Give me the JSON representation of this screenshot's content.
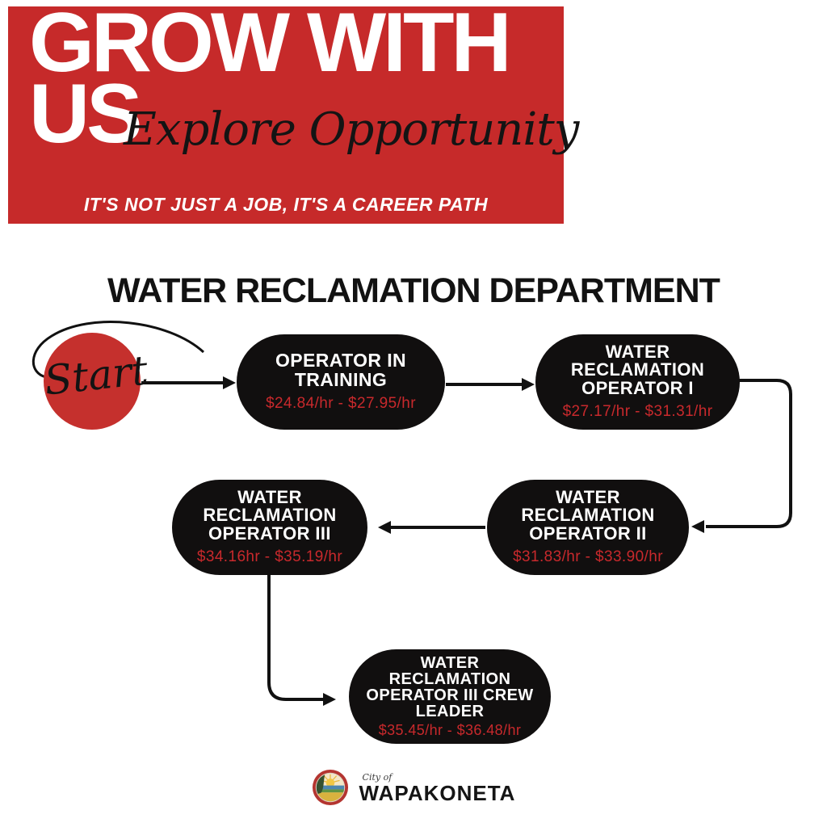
{
  "banner": {
    "title_line1": "GROW WITH",
    "title_line2": "US",
    "script_text": "Explore Opportunity",
    "tagline": "IT'S NOT JUST A JOB, IT'S A CAREER PATH",
    "bg_color": "#C62A2A",
    "text_color": "#FFFFFF",
    "script_color": "#141414"
  },
  "page": {
    "title": "WATER RECLAMATION DEPARTMENT"
  },
  "flow": {
    "start_label": "Start",
    "start_circle_color": "#C5302D",
    "node_bg_color": "#110F0F",
    "node_text_color": "#FFFFFF",
    "salary_color": "#C8292C",
    "arrow_color": "#111111",
    "nodes": [
      {
        "lines": [
          "OPERATOR IN",
          "TRAINING"
        ],
        "salary": "$24.84/hr - $27.95/hr"
      },
      {
        "lines": [
          "WATER",
          "RECLAMATION",
          "OPERATOR I"
        ],
        "salary": "$27.17/hr - $31.31/hr"
      },
      {
        "lines": [
          "WATER",
          "RECLAMATION",
          "OPERATOR II"
        ],
        "salary": "$31.83/hr - $33.90/hr"
      },
      {
        "lines": [
          "WATER",
          "RECLAMATION",
          "OPERATOR III"
        ],
        "salary": "$34.16hr - $35.19/hr"
      },
      {
        "lines": [
          "WATER",
          "RECLAMATION",
          "OPERATOR III CREW",
          "LEADER"
        ],
        "salary": "$35.45/hr - $36.48/hr"
      }
    ],
    "edges": [
      "Start -> Operator In Training",
      "Operator In Training -> Water Reclamation Operator I",
      "Water Reclamation Operator I -> Water Reclamation Operator II",
      "Water Reclamation Operator II -> Water Reclamation Operator III",
      "Water Reclamation Operator III -> Water Reclamation Operator III Crew Leader"
    ]
  },
  "footer": {
    "logo_prefix": "City of",
    "logo_name": "WAPAKONETA"
  }
}
